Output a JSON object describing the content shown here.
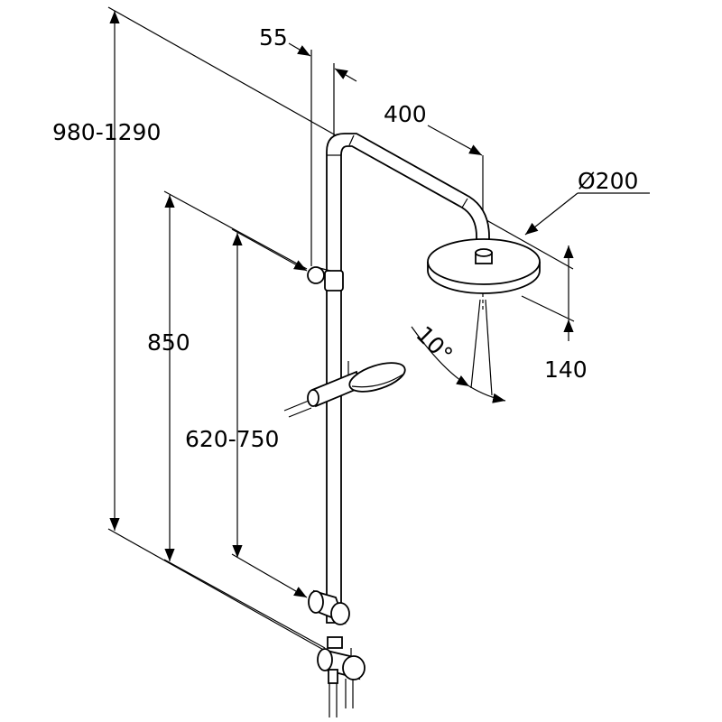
{
  "drawing": {
    "dimensions": {
      "total_height": "980-1290",
      "rail_height": "850",
      "holder_range": "620-750",
      "wall_offset": "55",
      "arm_length": "400",
      "head_diameter": "Ø200",
      "head_drop": "140",
      "tilt_angle": "10°"
    },
    "colors": {
      "line": "#000000",
      "background": "#ffffff"
    }
  }
}
